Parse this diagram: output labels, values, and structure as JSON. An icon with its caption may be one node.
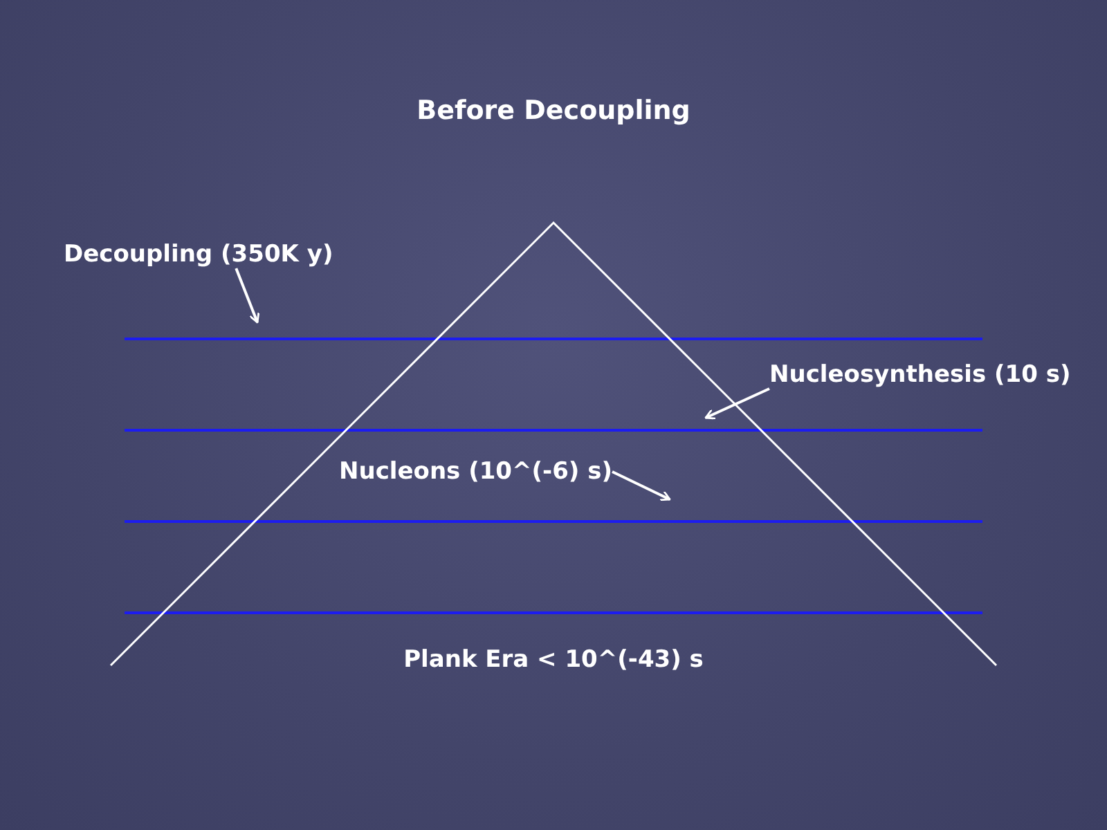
{
  "diagram": {
    "title": "Before Decoupling",
    "nodes": [
      {
        "text": [
          "Decoupling (350K y)"
        ]
      },
      {
        "text": [
          "Nucleosynthesis (10 s)"
        ]
      },
      {
        "text": [
          "Nucleons (10^(-6) s)"
        ]
      }
    ],
    "edges": [
      {
        "from": 0,
        "to": null,
        "arrow": "to"
      },
      {
        "from": 1,
        "to": null,
        "arrow": "to"
      },
      {
        "from": 2,
        "to": null,
        "arrow": "to"
      }
    ],
    "labels": [
      "Plank Era < 10^(-43) s"
    ]
  }
}
